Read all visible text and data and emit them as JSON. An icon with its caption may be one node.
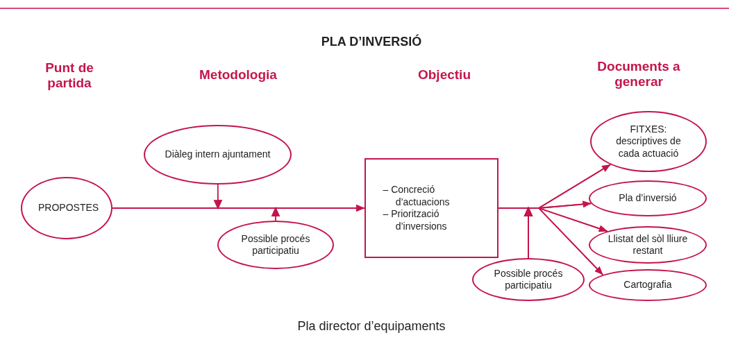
{
  "diagram": {
    "title": "PLA D’INVERSIÓ",
    "caption": "Pla director d’equipaments",
    "nodes": [
      {
        "text": [
          "PROPOSTES"
        ]
      },
      {
        "text": [
          "Diàleg intern ajuntament"
        ]
      },
      {
        "text": [
          "Possible procés participatiu"
        ]
      },
      {
        "text": [
          "– Concreció d’actuacions",
          "– Priorització d’inversions"
        ]
      },
      {
        "text": [
          "Possible procés participatiu"
        ]
      },
      {
        "text": [
          "FITXES: descriptives de cada actuació"
        ]
      },
      {
        "text": [
          "Pla d’inversió"
        ]
      },
      {
        "text": [
          "Llistat del sòl lliure restant"
        ]
      },
      {
        "text": [
          "Cartografia"
        ]
      }
    ],
    "edges": [
      {
        "from": 0,
        "to": 3,
        "arrow": "to"
      },
      {
        "from": 1,
        "to": 3,
        "arrow": "to"
      },
      {
        "from": 2,
        "to": 3,
        "arrow": "to"
      },
      {
        "from": 3,
        "to": 5,
        "arrow": "to"
      },
      {
        "from": 3,
        "to": 6,
        "arrow": "to"
      },
      {
        "from": 3,
        "to": 7,
        "arrow": "to"
      },
      {
        "from": 3,
        "to": 8,
        "arrow": "to"
      },
      {
        "from": 4,
        "to": 5,
        "arrow": "to"
      },
      {
        "from": 4,
        "to": 6,
        "arrow": "to"
      },
      {
        "from": 4,
        "to": 7,
        "arrow": "to"
      },
      {
        "from": 4,
        "to": 8,
        "arrow": "to"
      }
    ],
    "labels": [
      "Punt de partida",
      "Metodologia",
      "Objectiu",
      "Documents a generar"
    ]
  }
}
